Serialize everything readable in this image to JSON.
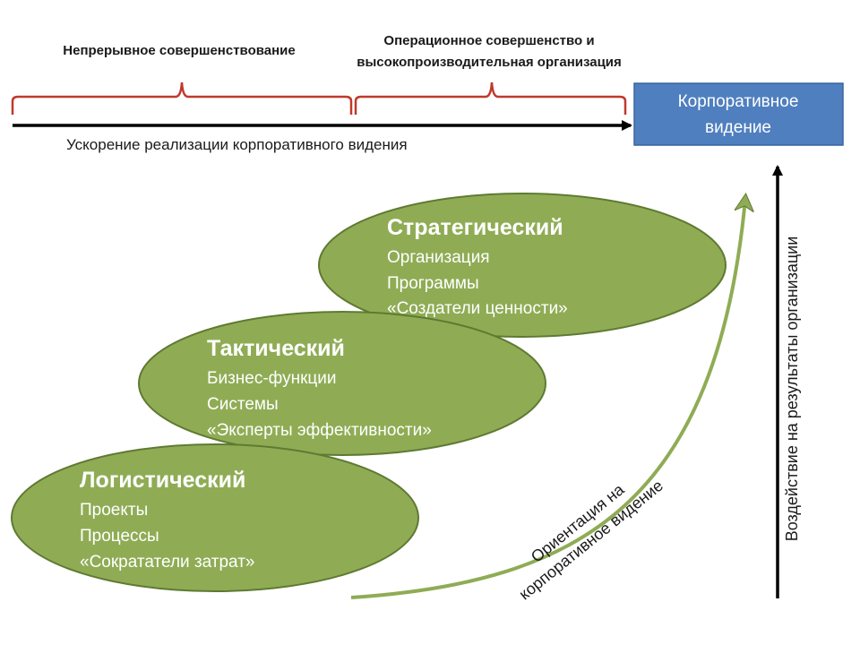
{
  "top_labels": {
    "continuous_improvement": "Непрерывное совершенствование",
    "operational_excellence_line1": "Операционное совершенство и",
    "operational_excellence_line2": "высокопроизводительная организация"
  },
  "timeline_caption": "Ускорение реализации корпоративного видения",
  "vision_box": {
    "line1": "Корпоративное",
    "line2": "видение"
  },
  "vertical_axis_label": "Воздействие на результаты организации",
  "curve_label": {
    "line1": "Ориентация на",
    "line2": "корпоративное видение"
  },
  "levels": [
    {
      "title": "Логистический",
      "items": [
        "Проекты",
        "Процессы",
        "«Сократатели затрат»"
      ]
    },
    {
      "title": "Тактический",
      "items": [
        "Бизнес-функции",
        "Системы",
        "«Эксперты эффективности»"
      ]
    },
    {
      "title": "Стратегический",
      "items": [
        "Организация",
        "Программы",
        "«Создатели ценности»"
      ]
    }
  ],
  "colors": {
    "ellipse_fill": "#8fac55",
    "ellipse_stroke": "#5f7a32",
    "brace": "#c0392b",
    "vision_box_fill": "#4f7fbf",
    "arrow": "#000000"
  }
}
